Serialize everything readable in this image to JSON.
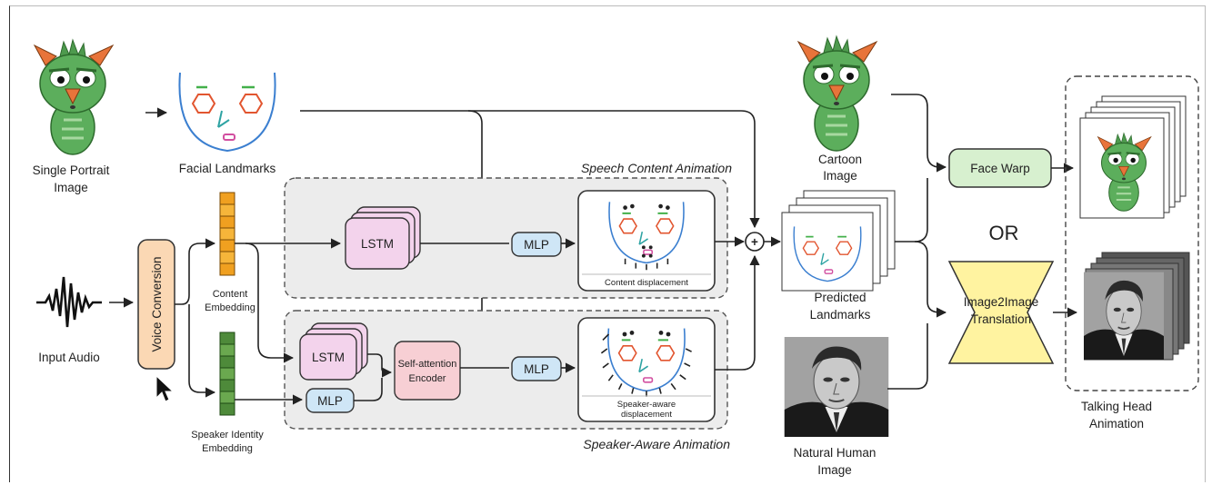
{
  "labels": {
    "single_portrait": [
      "Single Portrait",
      "Image"
    ],
    "facial_landmarks": "Facial Landmarks",
    "input_audio": "Input Audio",
    "voice_conversion": "Voice Conversion",
    "content_embedding": [
      "Content",
      "Embedding"
    ],
    "speaker_embedding": [
      "Speaker Identity",
      "Embedding"
    ],
    "speech_content_animation": "Speech Content Animation",
    "speaker_aware_animation": "Speaker-Aware Animation",
    "lstm_top": "LSTM",
    "lstm_bottom": "LSTM",
    "mlp_top": "MLP",
    "mlp_mid": "MLP",
    "mlp_bottom": "MLP",
    "self_attention": [
      "Self-attention",
      "Encoder"
    ],
    "content_displacement": "Content displacement",
    "speaker_displacement": [
      "Speaker-aware",
      "displacement"
    ],
    "plus": "+",
    "cartoon_image": [
      "Cartoon",
      "Image"
    ],
    "predicted_landmarks": [
      "Predicted",
      "Landmarks"
    ],
    "natural_human": [
      "Natural Human",
      "Image"
    ],
    "face_warp": "Face Warp",
    "or": "OR",
    "image2image": [
      "Image2Image",
      "Translation"
    ],
    "talking_head": [
      "Talking Head",
      "Animation"
    ]
  },
  "colors": {
    "orange_embedding": "#f0a020",
    "green_embedding": "#4e8a3a",
    "lstm_fill": "#f3d3ec",
    "mlp_fill": "#cfe6f6",
    "attention_fill": "#f7cfd4",
    "voice_fill": "#fbd8b4",
    "face_warp_fill": "#d7f0cf",
    "image2image_fill": "#fff3a0",
    "dragon_green": "#5cae5c",
    "horn_orange": "#e8743a"
  }
}
